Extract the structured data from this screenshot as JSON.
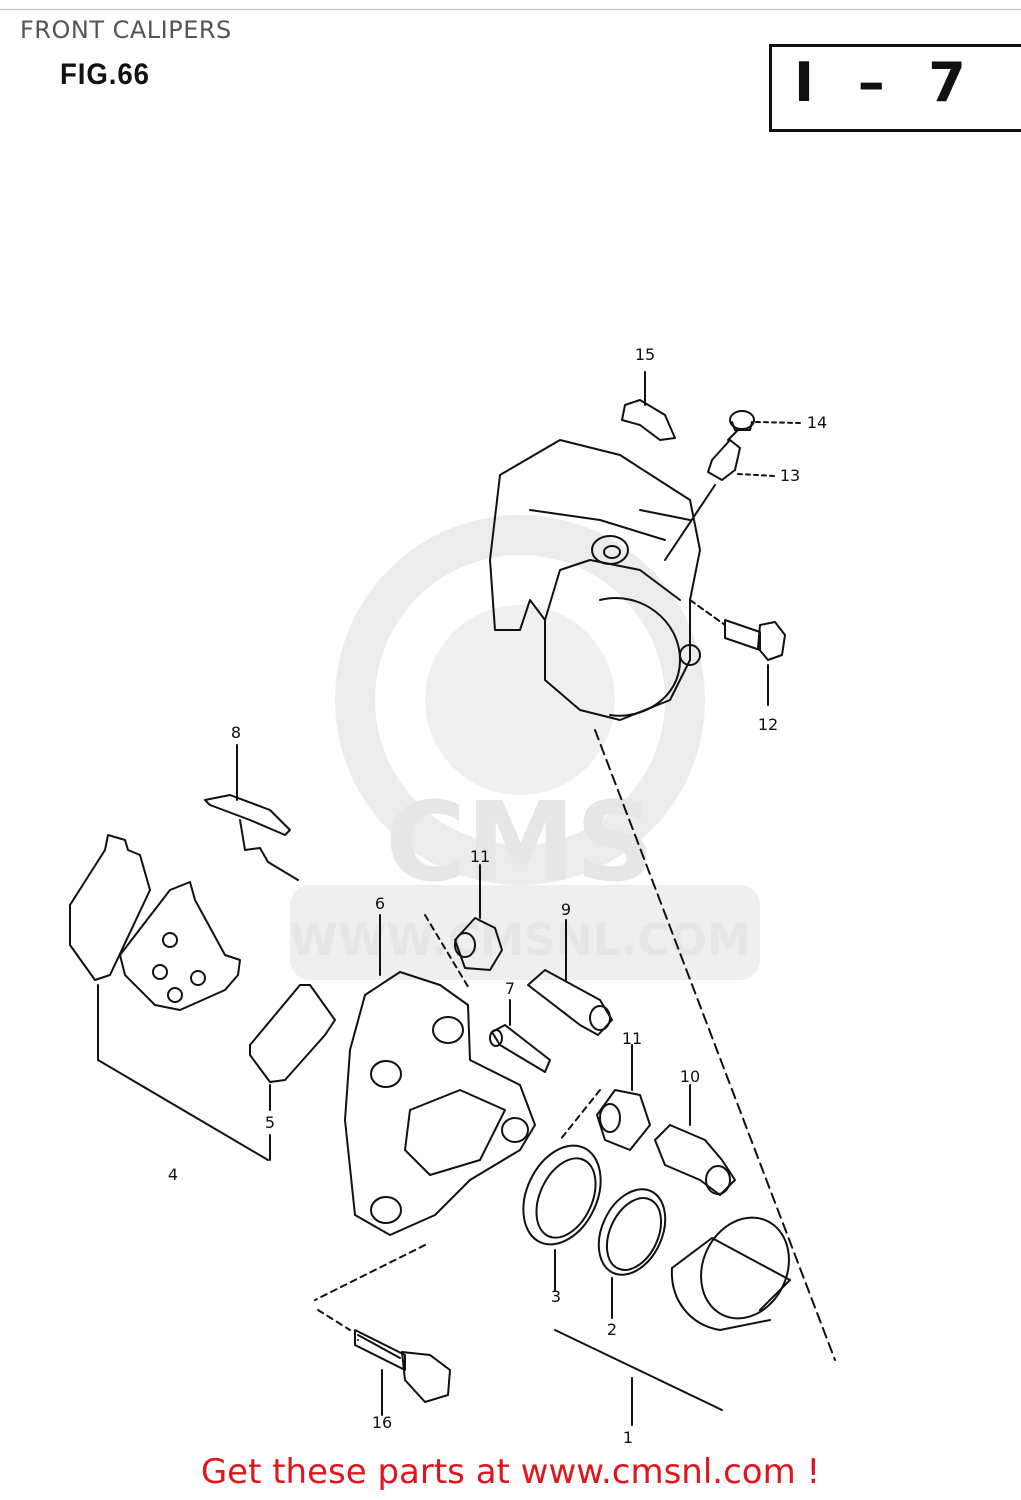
{
  "header": {
    "title": "FRONT CALIPERS"
  },
  "figure": {
    "label": "FIG.66",
    "ref_code": "I  –  7"
  },
  "watermark": {
    "brand": "CMS",
    "site": "WWW.CMSNL.COM"
  },
  "callouts": {
    "p1": "1",
    "p2": "2",
    "p3": "3",
    "p4": "4",
    "p5": "5",
    "p6": "6",
    "p7": "7",
    "p8": "8",
    "p9": "9",
    "p10": "10",
    "p11a": "11",
    "p11b": "11",
    "p12": "12",
    "p13": "13",
    "p14": "14",
    "p15": "15",
    "p16": "16"
  },
  "footer": {
    "text": "Get these parts at www.cmsnl.com !"
  },
  "colors": {
    "footer": "#e0161d",
    "ink": "#111111",
    "watermark": "#e6e6e6"
  }
}
